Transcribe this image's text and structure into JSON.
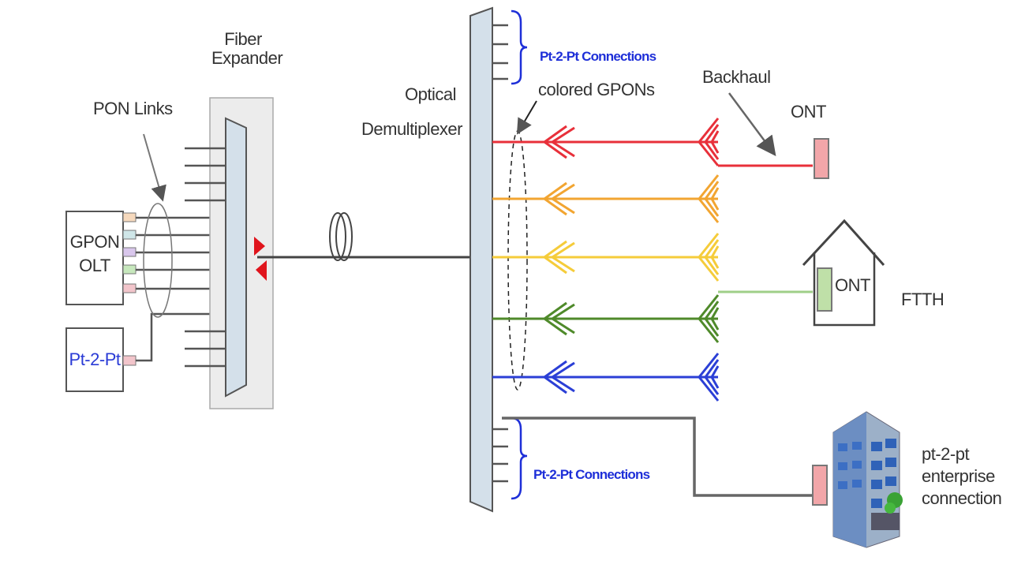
{
  "labels": {
    "fiber_expander_line1": "Fiber",
    "fiber_expander_line2": "Expander",
    "pon_links": "PON Links",
    "optical_demux_line1": "Optical",
    "optical_demux_line2": "Demultiplexer",
    "pt2pt_connections_top": "Pt-2-Pt Connections",
    "colored_gpons": "colored GPONs",
    "backhaul": "Backhaul",
    "ont_top": "ONT",
    "ont_house": "ONT",
    "ftth": "FTTH",
    "gpon_olt_line1": "GPON",
    "gpon_olt_line2": "OLT",
    "pt2pt_box": "Pt-2-Pt",
    "pt2pt_connections_bottom": "Pt-2-Pt Connections",
    "enterprise_line1": "pt-2-pt",
    "enterprise_line2": "enterprise",
    "enterprise_line3": "connection"
  },
  "colors": {
    "gpon_red": "#e8303a",
    "gpon_orange": "#f2a531",
    "gpon_yellow": "#f5cc3a",
    "gpon_green": "#4f8a2a",
    "gpon_blue": "#2b3fd6",
    "demux_fill": "#d4e0ea",
    "expander_box": "#ececec",
    "fiber_dark": "#444444",
    "ont_fill": "#f2a6a9",
    "ont_green": "#bfe0a8",
    "label_blue": "#1e2fd8"
  },
  "icons": [
    "arrow-icon",
    "fiber-coil-icon",
    "house-icon",
    "building-icon",
    "split-arrow-icon"
  ]
}
